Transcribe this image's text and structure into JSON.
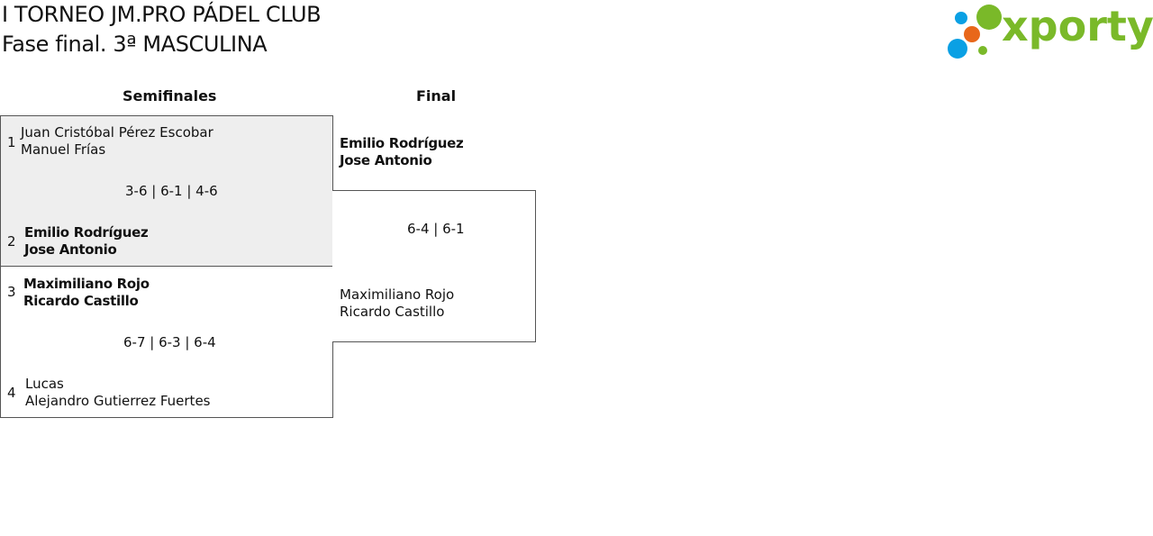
{
  "header": {
    "title_line1": "I TORNEO JM.PRO PÁDEL CLUB",
    "title_line2": "Fase final. 3ª MASCULINA"
  },
  "logo": {
    "text": "xporty",
    "colors": {
      "green": "#7ab929",
      "blue": "#0aa0e4",
      "orange": "#e8671a"
    }
  },
  "rounds": {
    "semifinals": "Semifinales",
    "final": "Final"
  },
  "semifinals": [
    {
      "seed_a": "1",
      "team_a": [
        "Juan Cristóbal Pérez Escobar",
        "Manuel Frías"
      ],
      "score": "3-6 | 6-1 | 4-6",
      "seed_b": "2",
      "team_b": [
        "Emilio Rodríguez",
        "Jose Antonio"
      ],
      "winner": "b"
    },
    {
      "seed_a": "3",
      "team_a": [
        "Maximiliano Rojo",
        "Ricardo Castillo"
      ],
      "score": "6-7 | 6-3 | 6-4",
      "seed_b": "4",
      "team_b": [
        "Lucas",
        "Alejandro Gutierrez Fuertes"
      ],
      "winner": "a"
    }
  ],
  "final": {
    "team_a": [
      "Emilio Rodríguez",
      "Jose Antonio"
    ],
    "score": "6-4 | 6-1",
    "team_b": [
      "Maximiliano Rojo",
      "Ricardo Castillo"
    ],
    "winner": "a"
  }
}
